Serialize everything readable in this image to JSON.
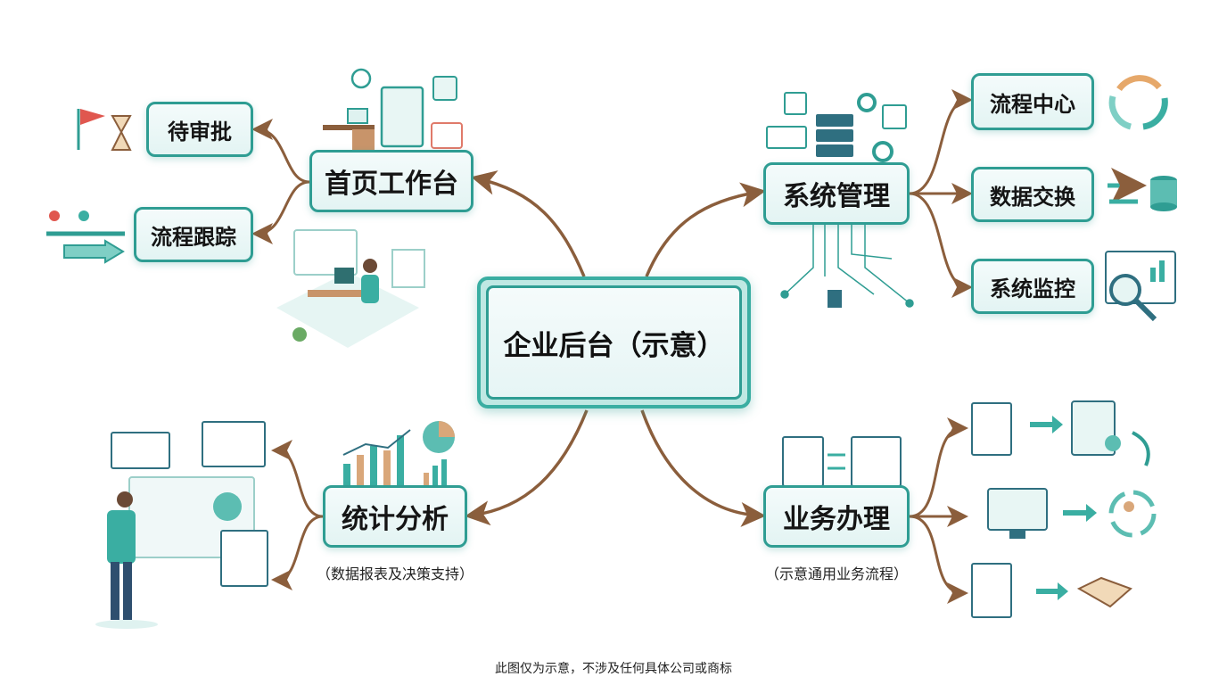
{
  "center": {
    "title": "企业后台（示意）"
  },
  "nodes": {
    "workbench": "首页工作台",
    "pending_approval": "待审批",
    "process_tracking": "流程跟踪",
    "system_management": "系统管理",
    "process_center": "流程中心",
    "data_exchange": "数据交换",
    "system_monitoring": "系统监控",
    "statistics": "统计分析",
    "business": "业务办理"
  },
  "captions": {
    "statistics": "（数据报表及决策支持）",
    "business": "（示意通用业务流程）"
  },
  "footer": "此图仅为示意，不涉及任何具体公司或商标",
  "colors": {
    "teal": "#2f9d93",
    "brown": "#8b5e3c",
    "sand": "#d9a77a"
  }
}
